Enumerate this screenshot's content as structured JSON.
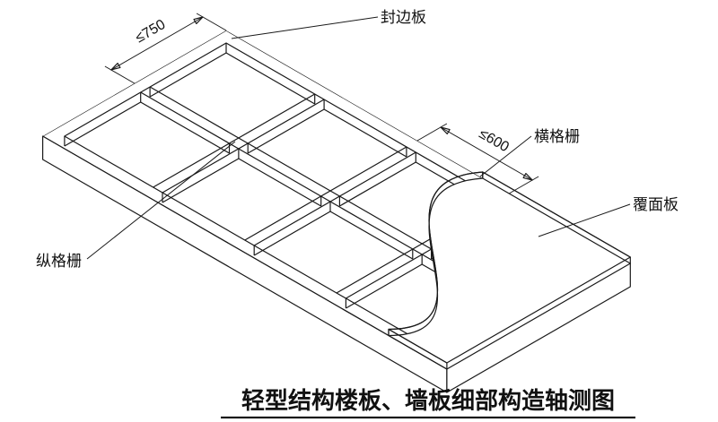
{
  "colors": {
    "line": "#1a1a1a",
    "background": "#ffffff",
    "text": "#111111"
  },
  "labels": {
    "edge_board": "封边板",
    "dim_width": "≤750",
    "dim_length": "≤600",
    "transverse_joist": "横格栅",
    "cover_panel": "覆面板",
    "longitudinal_joist": "纵格栅"
  },
  "title": "轻型结构楼板、墙板细部构造轴测图"
}
